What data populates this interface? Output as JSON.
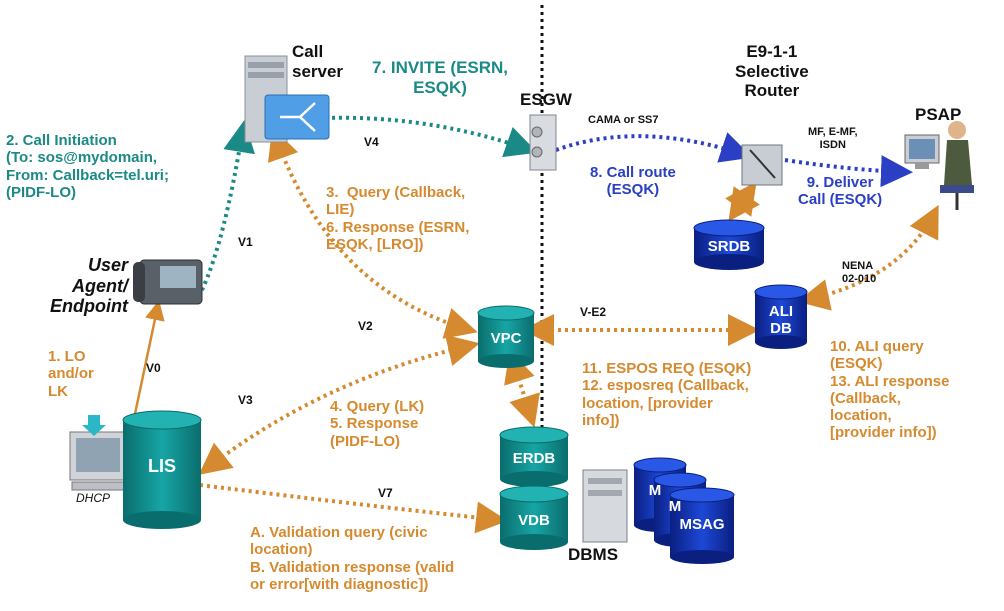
{
  "nodes": {
    "call_server": "Call\nserver",
    "esgw": "ESGW",
    "selective_router": "E9-1-1\nSelective\nRouter",
    "psap": "PSAP",
    "user_agent": "User\nAgent/\nEndpoint",
    "lis": "LIS",
    "dhcp": "DHCP",
    "vpc": "VPC",
    "srdb": "SRDB",
    "ali_db": "ALI\nDB",
    "erdb": "ERDB",
    "vdb": "VDB",
    "dbms": "DBMS",
    "msag_1": "M",
    "msag_2": "M",
    "msag_3": "MSAG"
  },
  "interfaces": {
    "v0": "V0",
    "v1": "V1",
    "v2": "V2",
    "v3": "V3",
    "v4": "V4",
    "v7": "V7",
    "ve2": "V-E2",
    "cama": "CAMA or SS7",
    "mf": "MF, E-MF,\nISDN",
    "nena": "NENA\n02-010"
  },
  "messages": {
    "call_initiation": "2. Call Initiation\n(To: sos@mydomain,\nFrom: Callback=tel.uri;\n(PIDF-LO)",
    "invite": "7. INVITE (ESRN,\nESQK)",
    "query_response": "3.  Query (Callback,\nLIE)\n6. Response (ESRN,\nESQK, [LRO])",
    "call_route": "8. Call route\n(ESQK)",
    "deliver_call": "9. Deliver\nCall (ESQK)",
    "lo_lk": "1. LO\nand/or\nLK",
    "query_lk": "4. Query (LK)\n5. Response\n(PIDF-LO)",
    "espos": "11. ESPOS REQ (ESQK)\n12. esposreq (Callback,\nlocation, [provider\ninfo])",
    "ali_query": "10. ALI query\n(ESQK)\n13. ALI response\n(Callback,\nlocation,\n[provider info])",
    "validation": "A. Validation query (civic\nlocation)\nB. Validation response (valid\nor error[with diagnostic])"
  },
  "colors": {
    "teal": "#1b8a86",
    "orange": "#d58a2f",
    "blue": "#2a3fc4",
    "db_teal": "#0f8c8c",
    "db_blue": "#1236b0"
  }
}
